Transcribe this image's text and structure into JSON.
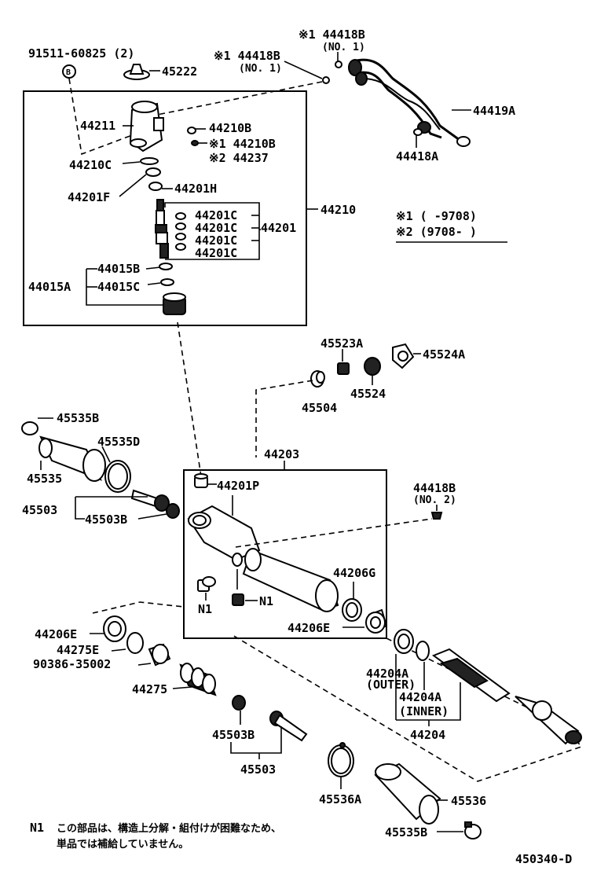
{
  "diagram": {
    "code": "450340-D",
    "legend": {
      "m1": "※1 (        -9708)",
      "m2": "※2 (9708-        )"
    },
    "note": {
      "tag": "N1",
      "line1": "この部品は、構造上分解・組付けが困難なため、",
      "line2": "単品では補給していません。"
    },
    "labels": {
      "p91511": "91511-60825 (2)",
      "p45222": "45222",
      "p44418B_top": "※1 44418B",
      "p44418B_top_no": "(NO. 1)",
      "p44418B_mid": "※1 44418B",
      "p44418B_mid_no": "(NO. 1)",
      "p44419A": "44419A",
      "p44418A": "44418A",
      "p44211": "44211",
      "p44210B_a": "44210B",
      "p44210B_b": "※1 44210B",
      "p44237": "※2 44237",
      "p44210C": "44210C",
      "p44201F": "44201F",
      "p44201H": "44201H",
      "p44201C_1": "44201C",
      "p44201C_2": "44201C",
      "p44201C_3": "44201C",
      "p44201C_4": "44201C",
      "p44201": "44201",
      "p44210": "44210",
      "p44015B": "44015B",
      "p44015C": "44015C",
      "p44015A": "44015A",
      "p45523A": "45523A",
      "p45524A": "45524A",
      "p45524": "45524",
      "p45504": "45504",
      "p45535B_top": "45535B",
      "p45535D": "45535D",
      "p45535": "45535",
      "p45503_left": "45503",
      "p45503B_left": "45503B",
      "p44203": "44203",
      "p44201P": "44201P",
      "p44418B_no2": "44418B",
      "p44418B_no2_no": "(NO. 2)",
      "p44206G": "44206G",
      "pN1_a": "N1",
      "pN1_b": "N1",
      "p44206E_right": "44206E",
      "p44206E_left": "44206E",
      "p44275E": "44275E",
      "p90386": "90386-35002",
      "p44275": "44275",
      "p44204A_outer": "44204A",
      "p44204A_outer_sub": "(OUTER)",
      "p44204A_inner": "44204A",
      "p44204A_inner_sub": "(INNER)",
      "p44204": "44204",
      "p45503B_bottom": "45503B",
      "p45503_bottom": "45503",
      "p45536A": "45536A",
      "p45536": "45536",
      "p45535B_bottom": "45535B"
    }
  }
}
